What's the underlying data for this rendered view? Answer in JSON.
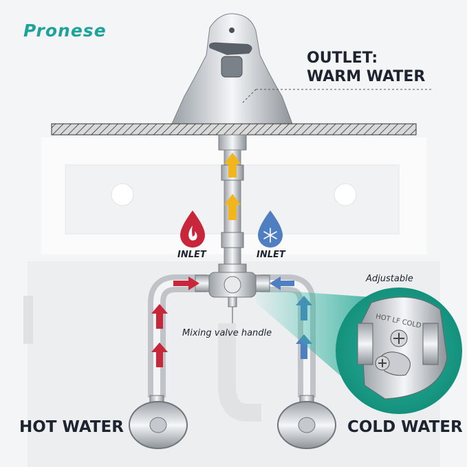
{
  "brand": "Pronese",
  "outlet": {
    "line1": "OUTLET:",
    "line2": "WARM WATER"
  },
  "inlet_hot": "INLET",
  "inlet_cold": "INLET",
  "adjustable": "Adjustable",
  "mixing_valve": "Mixing valve handle",
  "hot_water": "HOT WATER",
  "cold_water": "COLD WATER",
  "valve_engraving": "HOT LF COLD",
  "colors": {
    "hot": "#c8263a",
    "cold": "#4f7fc0",
    "warm": "#f2b51c",
    "teal": "#159a86"
  }
}
